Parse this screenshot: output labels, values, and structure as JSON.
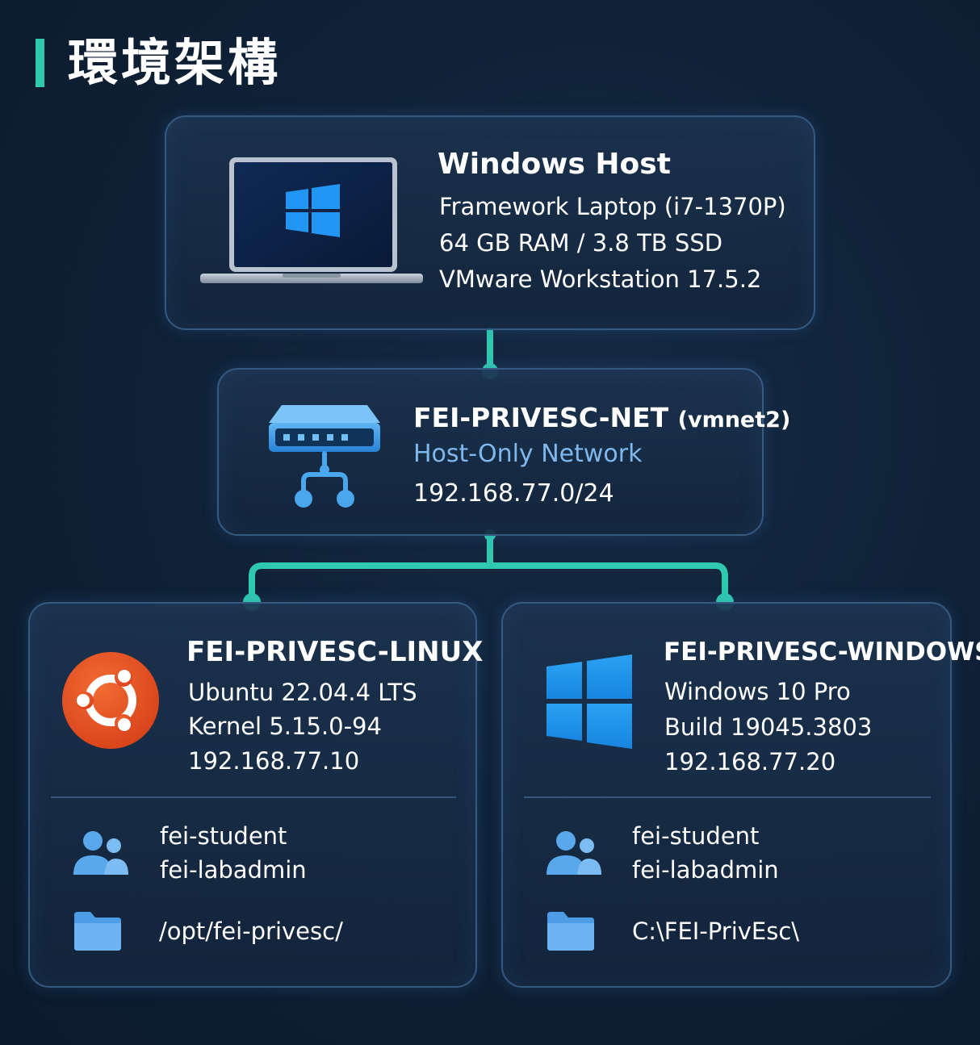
{
  "title": "環境架構",
  "host": {
    "name": "Windows Host",
    "lines": [
      "Framework Laptop (i7-1370P)",
      "64 GB RAM / 3.8 TB SSD",
      "VMware Workstation 17.5.2"
    ]
  },
  "network": {
    "name": "FEI-PRIVESC-NET",
    "adapter": "(vmnet2)",
    "type": "Host-Only Network",
    "subnet": "192.168.77.0/24"
  },
  "linux": {
    "name": "FEI-PRIVESC-LINUX",
    "os": "Ubuntu 22.04.4 LTS",
    "kernel": "Kernel 5.15.0-94",
    "ip": "192.168.77.10",
    "users": [
      "fei-student",
      "fei-labadmin"
    ],
    "path": "/opt/fei-privesc/"
  },
  "windows": {
    "name": "FEI-PRIVESC-WINDOWS",
    "os": "Windows 10 Pro",
    "build": "Build 19045.3803",
    "ip": "192.168.77.20",
    "users": [
      "fei-student",
      "fei-labadmin"
    ],
    "path": "C:\\FEI-PrivEsc\\"
  },
  "icons": {
    "host": "laptop-windows-icon",
    "network": "network-switch-icon",
    "linux": "ubuntu-logo-icon",
    "windows": "windows-logo-icon",
    "users": "users-icon",
    "folder": "folder-icon"
  },
  "colors": {
    "accent": "#2fc9b0",
    "background": "#0f2238",
    "card_border": "#36597f",
    "network_type": "#7fb8ee",
    "ubuntu": "#e95420",
    "windows_blue": "#1f8fe6"
  }
}
